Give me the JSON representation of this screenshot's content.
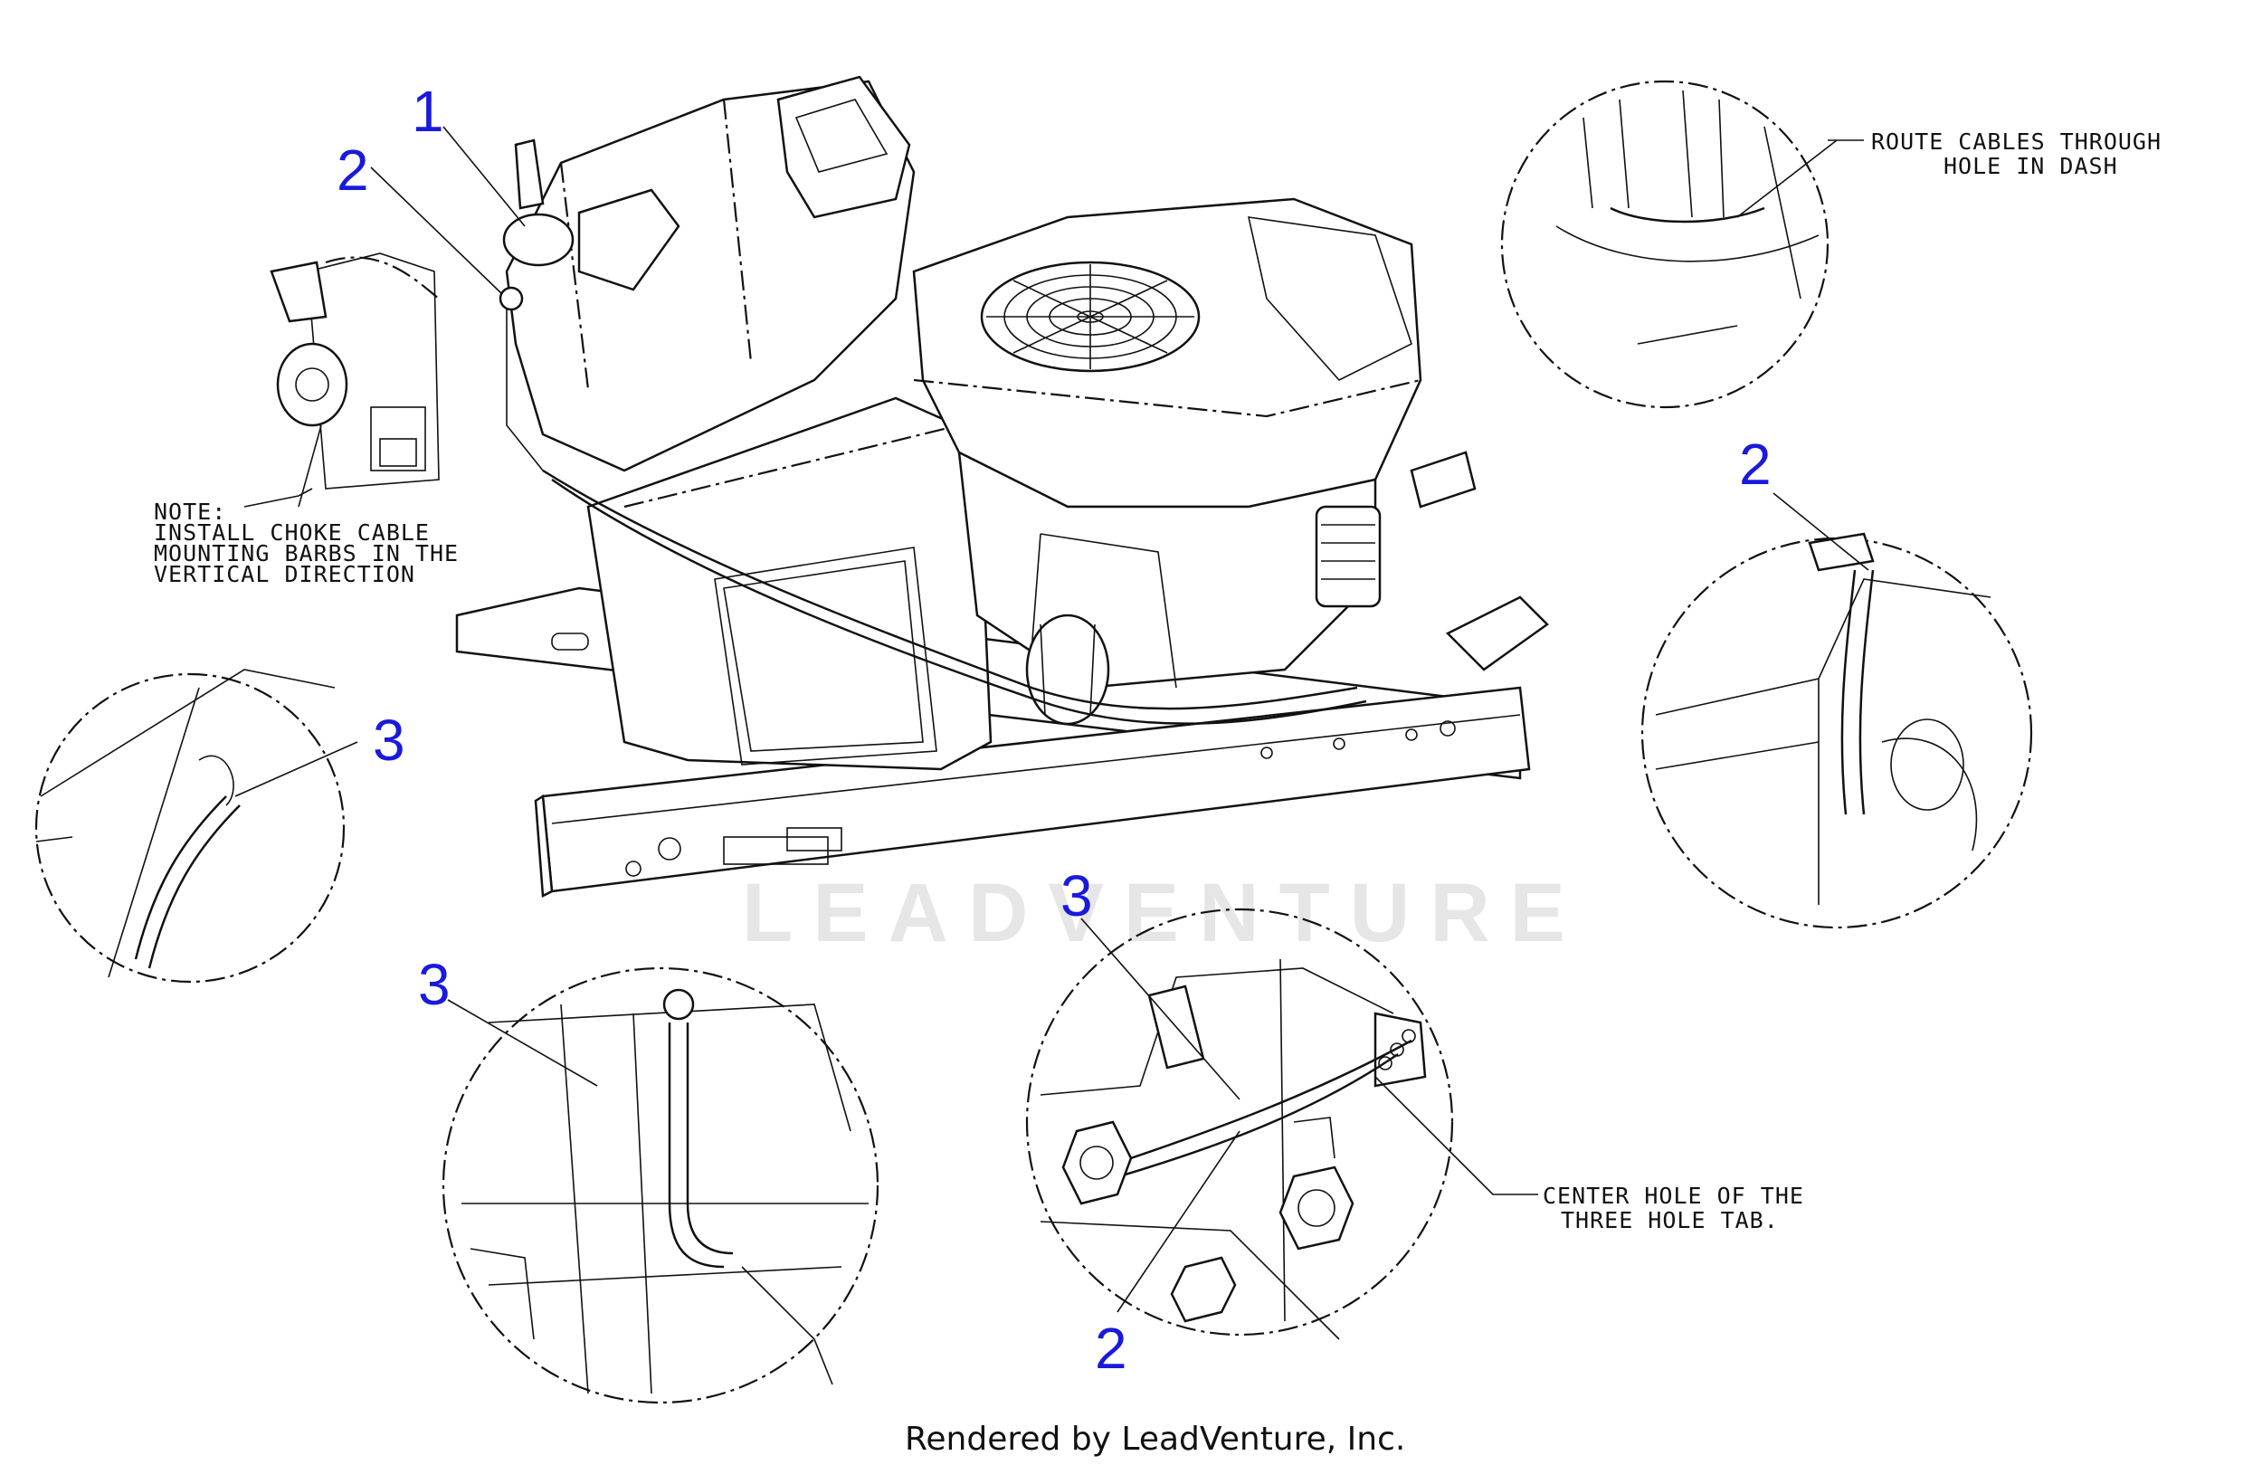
{
  "callouts": {
    "c1": "1",
    "c2_top": "2",
    "c3_left": "3",
    "c2_right": "2",
    "c3_bottom_left": "3",
    "c3_bottom_center": "3",
    "c2_bottom_center": "2"
  },
  "notes": {
    "choke_line1": "NOTE:",
    "choke_line2": "INSTALL CHOKE CABLE",
    "choke_line3": "MOUNTING BARBS IN THE",
    "choke_line4": "VERTICAL DIRECTION",
    "dash_line1": "ROUTE CABLES THROUGH",
    "dash_line2": "HOLE IN DASH",
    "tab_line1": "CENTER HOLE OF THE",
    "tab_line2": "THREE HOLE TAB."
  },
  "watermark": "LEADVENTURE",
  "footer": "Rendered by LeadVenture, Inc."
}
